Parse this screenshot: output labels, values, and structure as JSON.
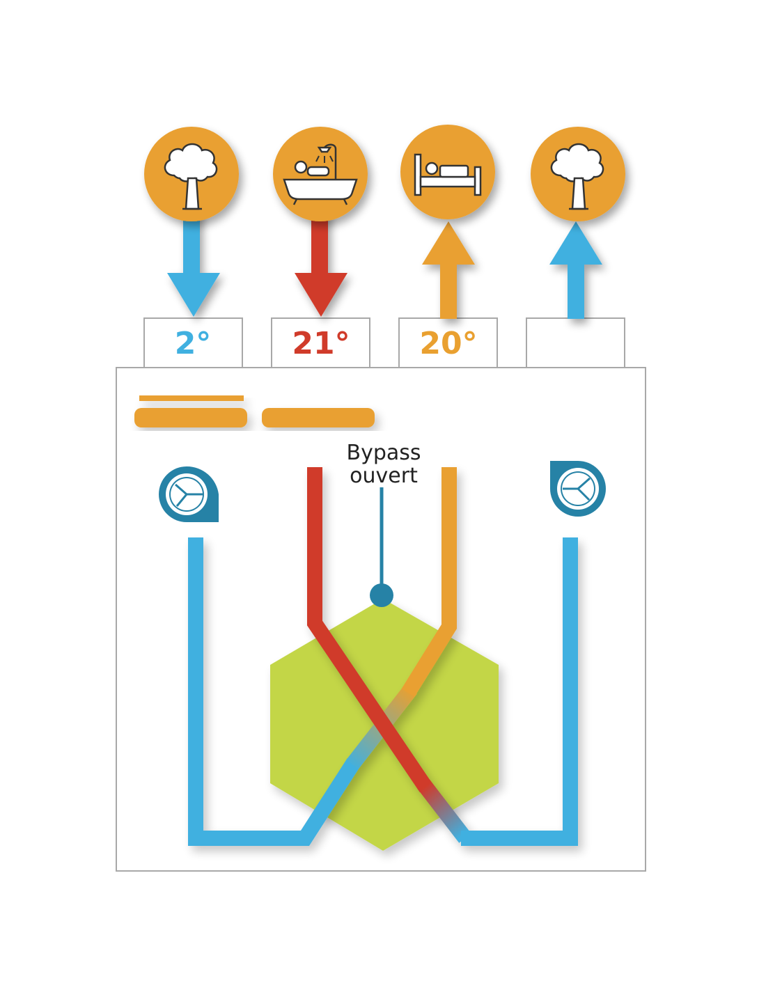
{
  "colors": {
    "orange": "#E9A030",
    "blue": "#40B0E0",
    "dark_blue": "#2682A6",
    "red": "#D03B2A",
    "green": "#C3D647",
    "frame": "#A8A8A8"
  },
  "icons": [
    "tree-icon",
    "bath-shower-icon",
    "bed-icon",
    "tree-icon"
  ],
  "temperatures": [
    "2°",
    "21°",
    "20°",
    ""
  ],
  "bypass": {
    "line1": "Bypass",
    "line2": "ouvert"
  }
}
